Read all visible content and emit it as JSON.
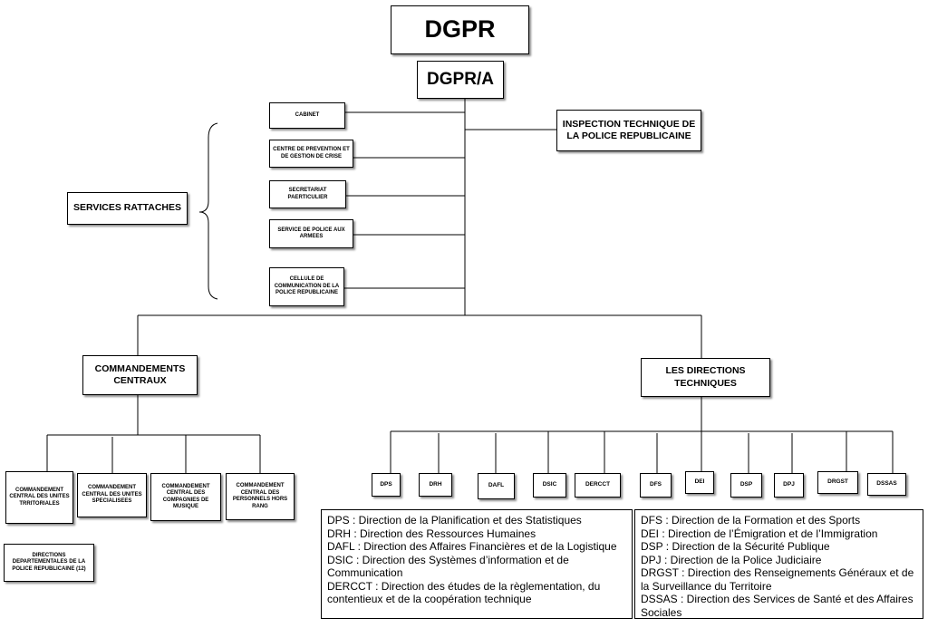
{
  "top": {
    "dgpr": "DGPR",
    "dgpr_a": "DGPR/A"
  },
  "inspection": "INSPECTION TECHNIQUE DE LA POLICE REPUBLICAINE",
  "services_rattaches": {
    "label": "SERVICES RATTACHES",
    "items": [
      "CABINET",
      "CENTRE DE PREVENTION ET DE GESTION DE CRISE",
      "SECRETARIAT PAERTICULIER",
      "SERVICE DE POLICE AUX ARMEES",
      "CELLULE DE COMMUNICATION DE LA POLICE REPUBLICAINE"
    ]
  },
  "commandements": {
    "label": "COMMANDEMENTS CENTRAUX",
    "items": [
      "COMMANDEMENT CENTRAL DES UNITES TRRITORIALES",
      "COMMANDEMENT CENTRAL DES UNITES SPECIALISEES",
      "COMMANDEMENT CENTRAL DES COMPAGNIES DE MUSIQUE",
      "COMMANDEMENT CENTRAL DES PERSONNELS HORS RANG"
    ],
    "sub": "DIRECTIONS DEPARTEMENTALES DE LA POLICE REPUBLICAINE (12)"
  },
  "directions": {
    "label": "LES DIRECTIONS TECHNIQUES",
    "items": [
      "DPS",
      "DRH",
      "DAFL",
      "DSIC",
      "DERCCT",
      "DFS",
      "DEI",
      "DSP",
      "DPJ",
      "DRGST",
      "DSSAS"
    ]
  },
  "legend_left": [
    "DPS : Direction de la Planification et des Statistiques",
    "DRH : Direction des Ressources Humaines",
    "DAFL : Direction des Affaires Financières et de la Logistique",
    "DSIC : Direction des Systèmes d’information et de Communication",
    "DERCCT : Direction des études de la règlementation, du contentieux et de la coopération technique"
  ],
  "legend_right": [
    "DFS : Direction de la Formation et des Sports",
    "DEI : Direction de l’Émigration et de l’Immigration",
    "DSP : Direction de la Sécurité Publique",
    "DPJ : Direction de la Police Judiciaire",
    "DRGST : Direction des Renseignements Généraux et de la Surveillance du Territoire",
    "DSSAS : Direction des Services de Santé et des Affaires Sociales"
  ]
}
